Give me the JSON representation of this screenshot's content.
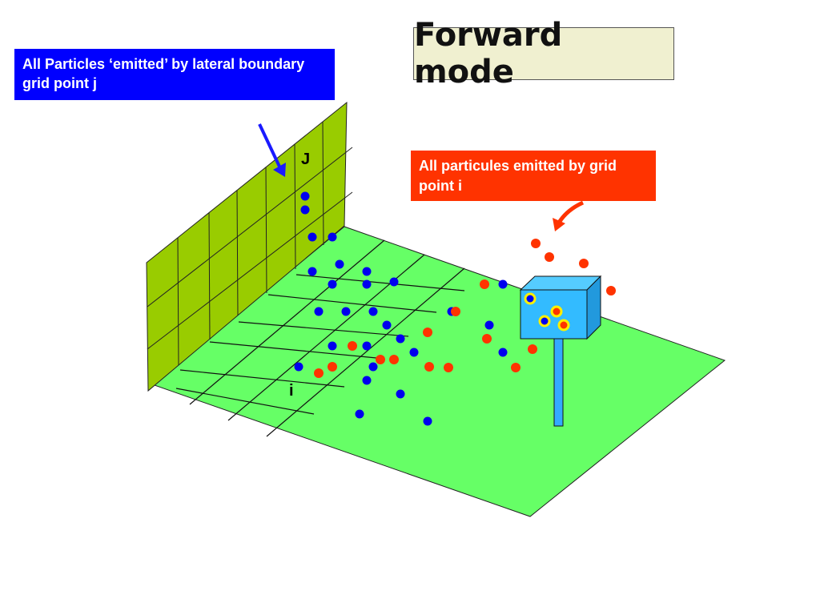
{
  "title": "Forward mode",
  "labels": {
    "lateral": "All Particles ‘emitted’ by lateral boundary grid point j",
    "grid_point": "All particules emitted by grid point i"
  },
  "axis_marks": {
    "j": "J",
    "i": "i"
  },
  "colors": {
    "ground": "#66ff66",
    "wall": "#99cc00",
    "blue_particle": "#0000ee",
    "red_particle": "#ff3300",
    "box": "#33bbff",
    "blue_label_bg": "#0000ff",
    "red_label_bg": "#ff3300"
  }
}
